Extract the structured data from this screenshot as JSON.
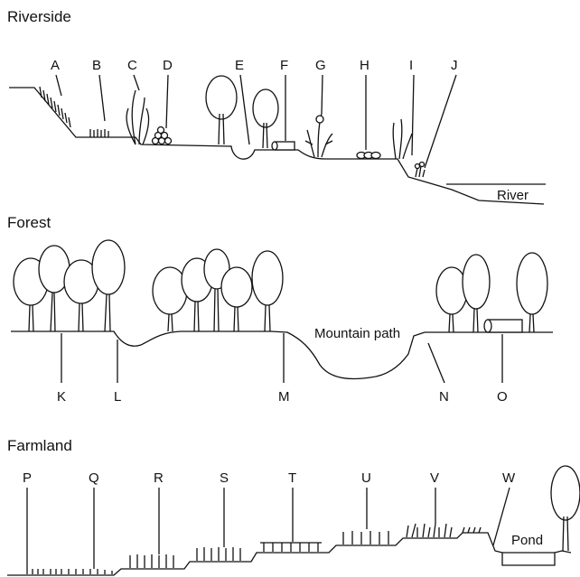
{
  "sections": {
    "riverside": "Riverside",
    "forest": "Forest",
    "farmland": "Farmland"
  },
  "riverside_labels": [
    "A",
    "B",
    "C",
    "D",
    "E",
    "F",
    "G",
    "H",
    "I",
    "J"
  ],
  "forest_labels": [
    "K",
    "L",
    "M",
    "N",
    "O"
  ],
  "farmland_labels": [
    "P",
    "Q",
    "R",
    "S",
    "T",
    "U",
    "V",
    "W"
  ],
  "place_labels": {
    "river": "River",
    "mountain_path": "Mountain path",
    "pond": "Pond"
  }
}
